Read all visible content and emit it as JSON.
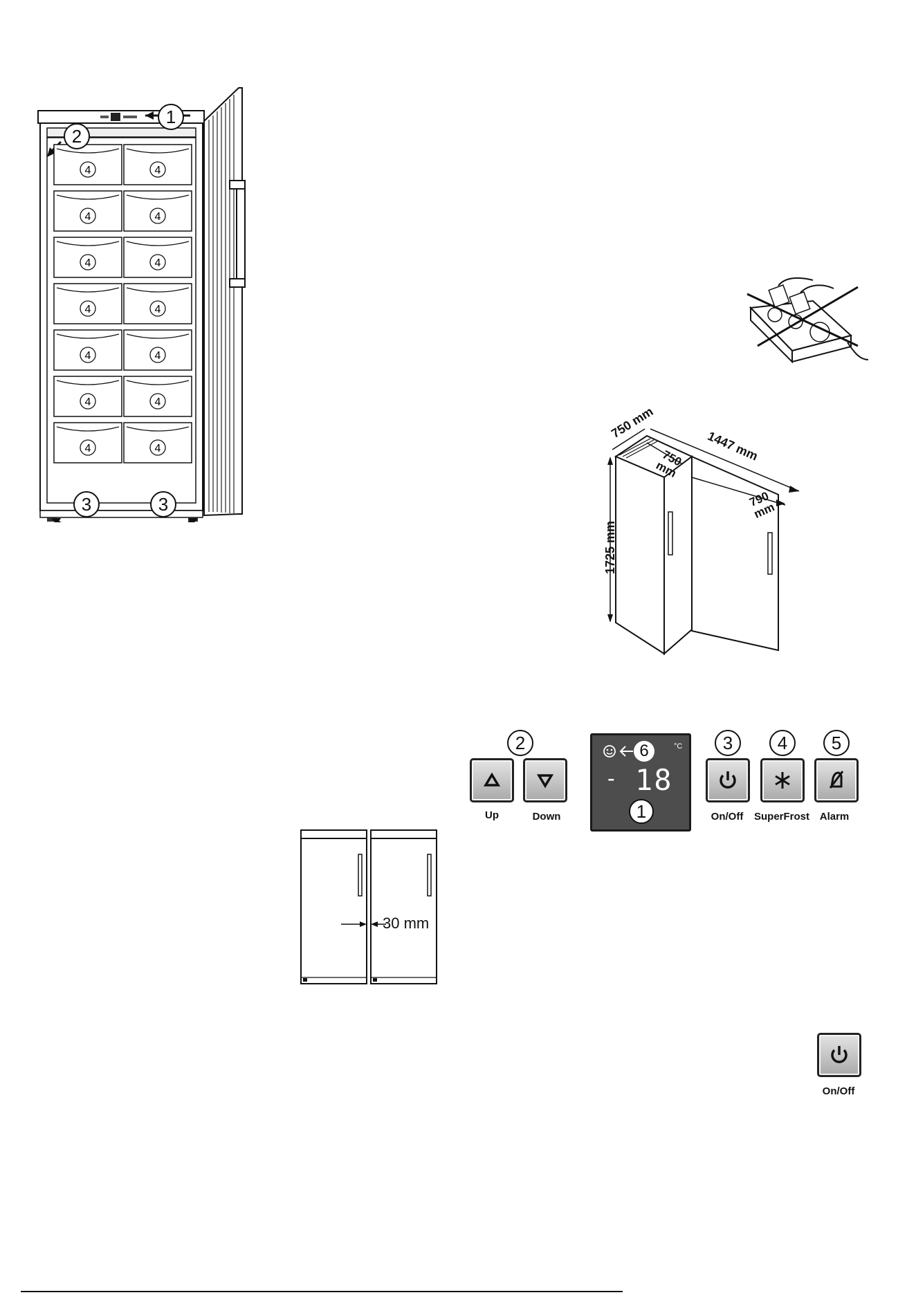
{
  "freezer": {
    "callouts": {
      "display": "1",
      "drawer_label": "4",
      "feet": "3",
      "top_vent": "2"
    }
  },
  "dimensions": {
    "depth_top": "750 mm",
    "width_top": "1447 mm",
    "inner_depth": "750",
    "inner_depth_unit": "mm",
    "door_swing": "790",
    "door_swing_unit": "mm",
    "height": "1725 mm"
  },
  "control_panel": {
    "callouts": {
      "up_down": "2",
      "onoff": "3",
      "superfrost": "4",
      "alarm": "5",
      "display": "1",
      "indicator": "6"
    },
    "display": {
      "minus": "-",
      "value": "18",
      "unit": "°C"
    },
    "buttons": [
      {
        "label": "Up",
        "icon": "triangle-up-icon"
      },
      {
        "label": "Down",
        "icon": "triangle-down-icon"
      },
      {
        "label": "On/Off",
        "icon": "power-icon"
      },
      {
        "label": "SuperFrost",
        "icon": "snowflake-icon"
      },
      {
        "label": "Alarm",
        "icon": "bell-off-icon"
      }
    ]
  },
  "side_by_side": {
    "gap": "30 mm"
  },
  "onoff_standalone": {
    "label": "On/Off",
    "icon": "power-icon"
  }
}
